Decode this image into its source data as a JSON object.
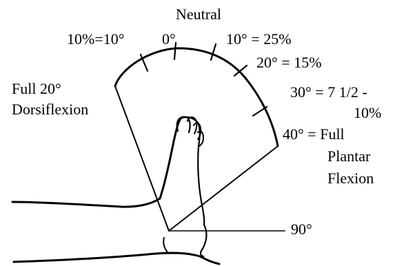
{
  "diagram": {
    "labels": {
      "neutral": "Neutral",
      "left_10": "10%=10°",
      "zero": "0°",
      "right_10": "10° = 25%",
      "twenty": "20° = 15%",
      "thirty_line1": "30° = 7 1/2 -",
      "thirty_line2": "10%",
      "forty_line1": "40° = Full",
      "forty_line2": "Plantar",
      "forty_line3": "Flexion",
      "dorsi_line1": "Full 20°",
      "dorsi_line2": "Dorsiflexion",
      "ninety": "90°"
    }
  },
  "colors": {
    "ink": "#000000",
    "background": "#ffffff"
  }
}
